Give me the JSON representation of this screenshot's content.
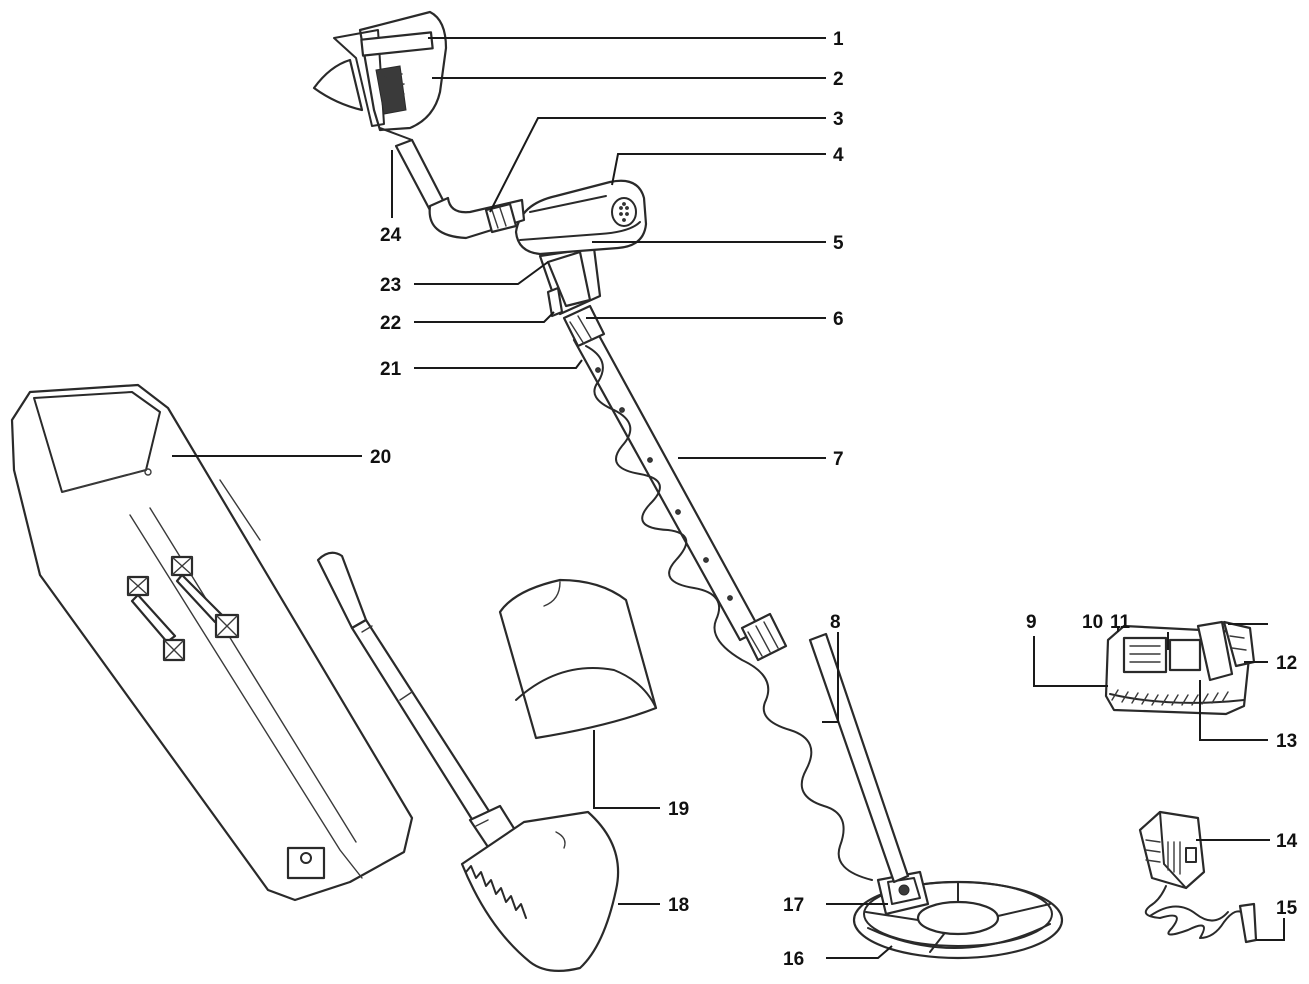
{
  "callouts": [
    {
      "id": "1",
      "label": "1"
    },
    {
      "id": "2",
      "label": "2"
    },
    {
      "id": "3",
      "label": "3"
    },
    {
      "id": "4",
      "label": "4"
    },
    {
      "id": "5",
      "label": "5"
    },
    {
      "id": "6",
      "label": "6"
    },
    {
      "id": "7",
      "label": "7"
    },
    {
      "id": "8",
      "label": "8"
    },
    {
      "id": "9",
      "label": "9"
    },
    {
      "id": "10",
      "label": "10"
    },
    {
      "id": "11",
      "label": "11"
    },
    {
      "id": "12",
      "label": "12"
    },
    {
      "id": "13",
      "label": "13"
    },
    {
      "id": "14",
      "label": "14"
    },
    {
      "id": "15",
      "label": "15"
    },
    {
      "id": "16",
      "label": "16"
    },
    {
      "id": "17",
      "label": "17"
    },
    {
      "id": "18",
      "label": "18"
    },
    {
      "id": "19",
      "label": "19"
    },
    {
      "id": "20",
      "label": "20"
    },
    {
      "id": "21",
      "label": "21"
    },
    {
      "id": "22",
      "label": "22"
    },
    {
      "id": "23",
      "label": "23"
    },
    {
      "id": "24",
      "label": "24"
    }
  ],
  "colors": {
    "line": "#2a2a2a",
    "background": "#ffffff"
  }
}
